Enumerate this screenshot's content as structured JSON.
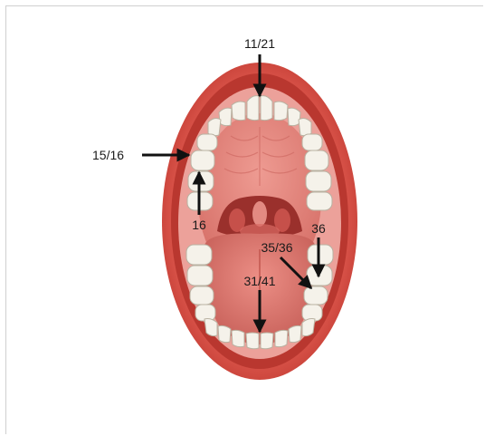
{
  "figure": {
    "labels": {
      "upper_incisors": "11/21",
      "upper_premolar_molar": "15/16",
      "upper_first_molar": "16",
      "lower_first_molar": "36",
      "lower_premolar_molar": "35/36",
      "lower_incisors": "31/41"
    },
    "colors": {
      "lip": "#d9534a",
      "lip_dark": "#b8362f",
      "gum": "#e8908a",
      "palate": "#e07a73",
      "tongue": "#d8726c",
      "throat": "#8a2a28",
      "tooth": "#f4f1ea",
      "arrow": "#111111"
    }
  }
}
